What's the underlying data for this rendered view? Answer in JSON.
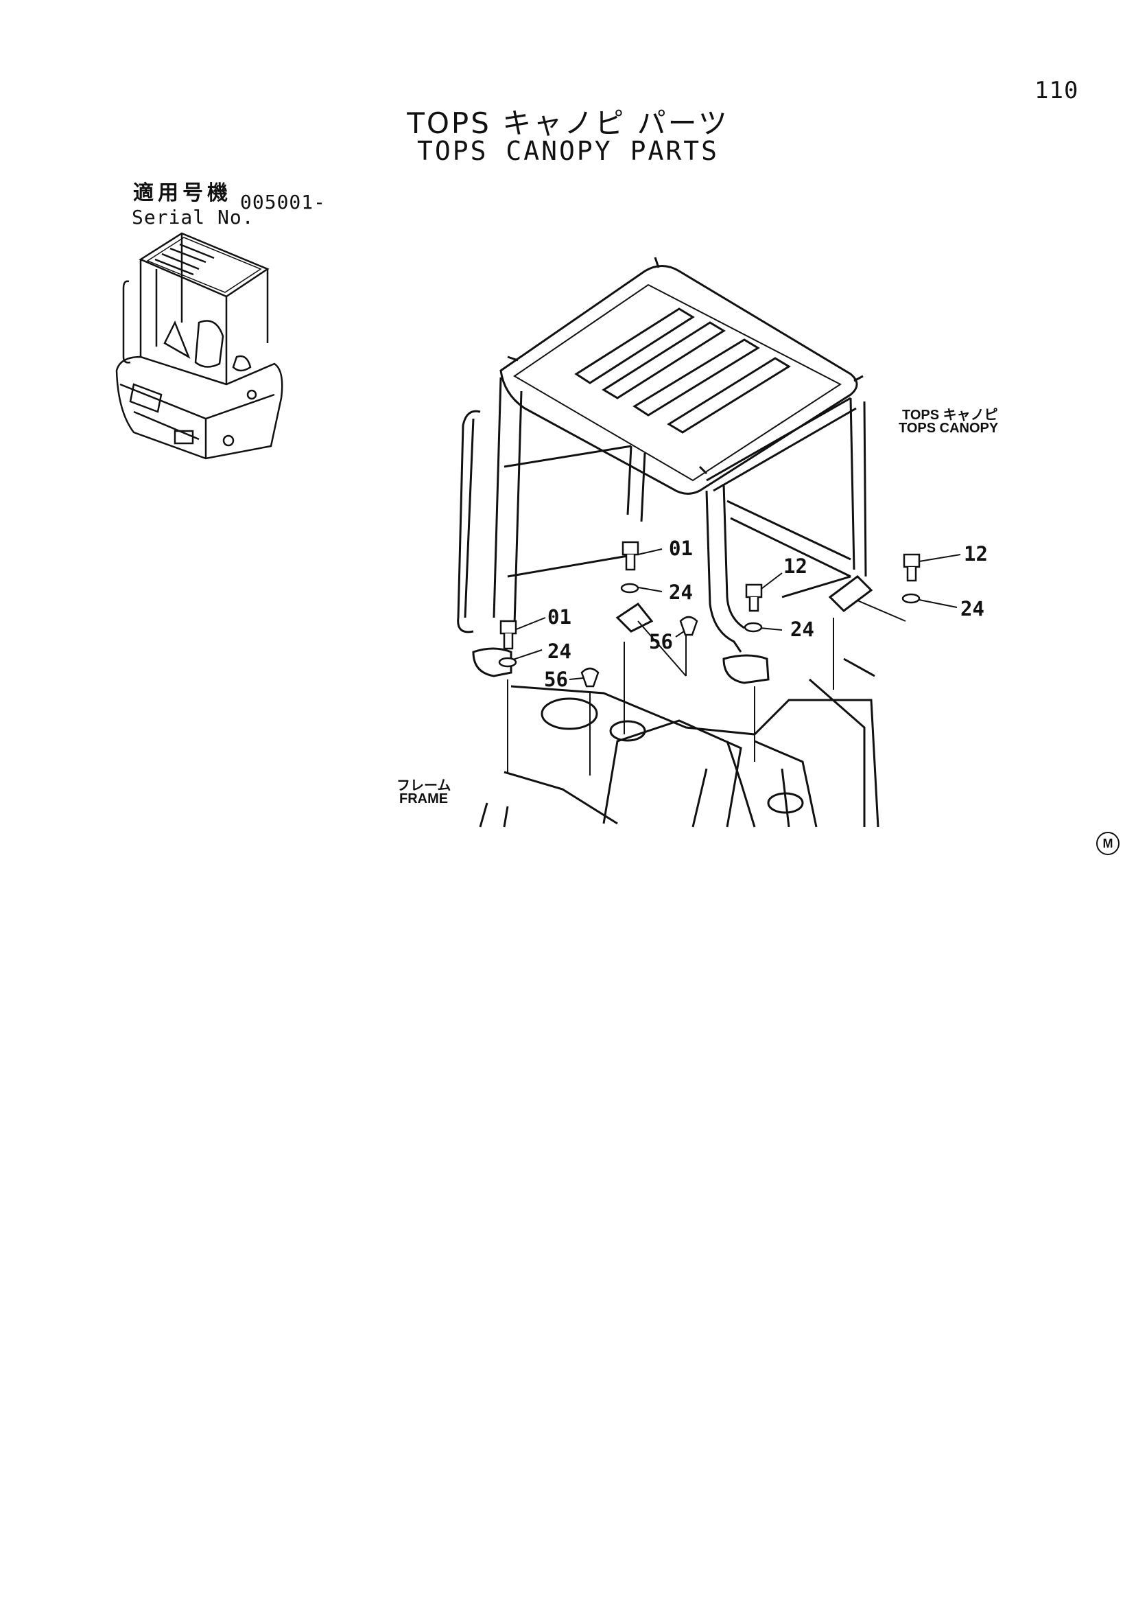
{
  "page": {
    "number": "110"
  },
  "title": {
    "japanese": "TOPS キャノピ パーツ",
    "english": "TOPS CANOPY PARTS"
  },
  "serial": {
    "label_jp": "適用号機",
    "label_en": "Serial No.",
    "value": "005001-"
  },
  "labels": {
    "canopy_jp": "TOPS キャノピ",
    "canopy_en": "TOPS CANOPY",
    "frame_jp": "フレーム",
    "frame_en": "FRAME"
  },
  "callouts": [
    "01",
    "24",
    "56",
    "12"
  ],
  "mark": "M"
}
